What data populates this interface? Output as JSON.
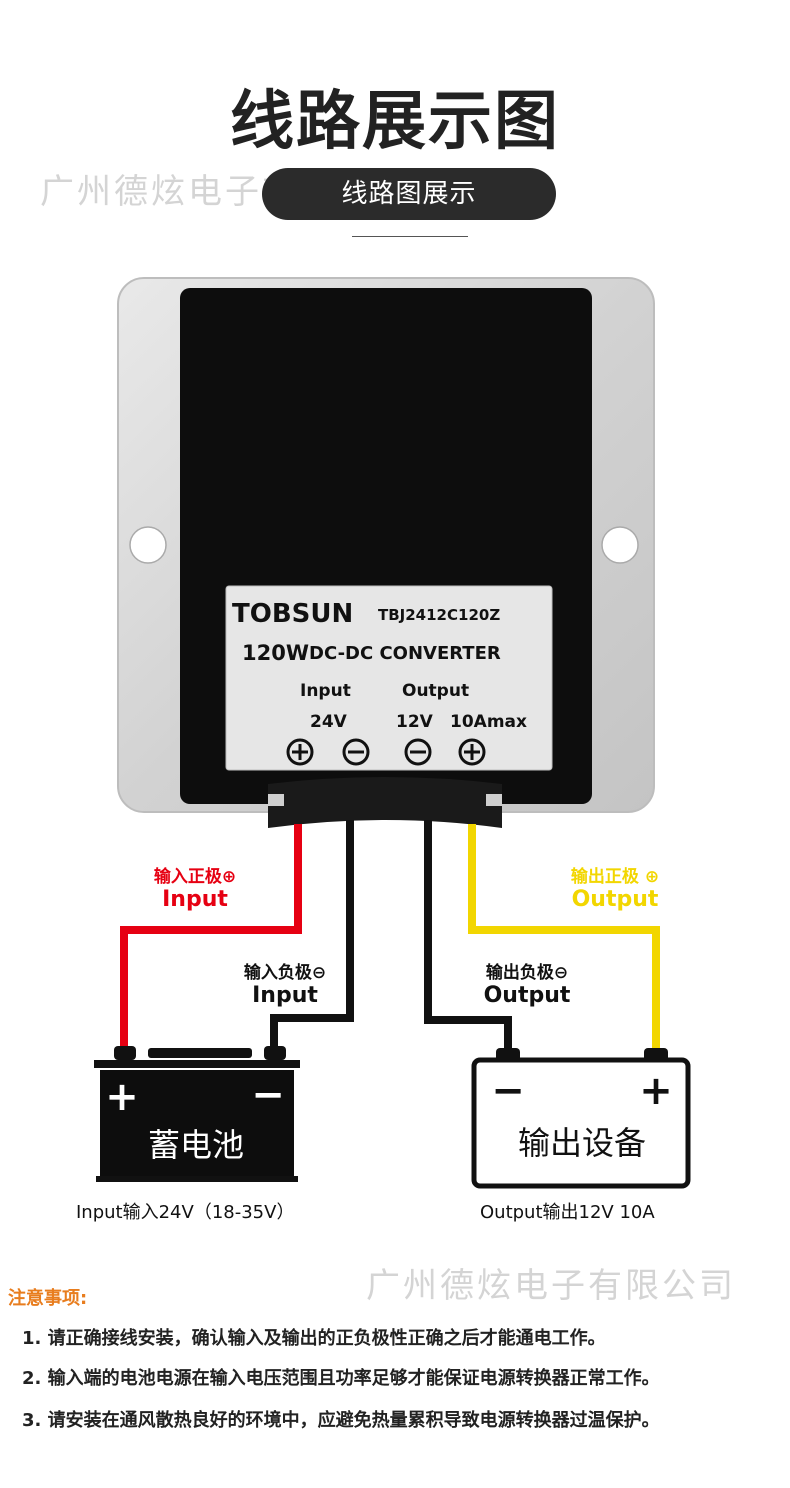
{
  "header": {
    "title": "线路展示图",
    "pill_label": "线路图展示",
    "watermark": "广州德炫电子有限公司"
  },
  "converter": {
    "brand": "TOBSUN",
    "model": "TBJ2412C120Z",
    "power": "120W",
    "type": "DC-DC CONVERTER",
    "input_label": "Input",
    "output_label": "Output",
    "input_voltage": "24V",
    "output_voltage": "12V",
    "output_current": "10Amax"
  },
  "wires": {
    "input_positive_zh": "输入正极⊕",
    "input_positive_en": "Input",
    "input_negative_zh": "输入负极⊖",
    "input_negative_en": "Input",
    "output_positive_zh": "输出正极 ⊕",
    "output_positive_en": "Output",
    "output_negative_zh": "输出负极⊖",
    "output_negative_en": "Output"
  },
  "battery": {
    "label": "蓄电池",
    "caption": "Input输入24V（18-35V）",
    "plus": "+",
    "minus": "−"
  },
  "device": {
    "label": "输出设备",
    "caption": "Output输出12V 10A",
    "plus": "+",
    "minus": "−"
  },
  "notes": {
    "title": "注意事项:",
    "items": [
      "1. 请正确接线安装，确认输入及输出的正负极性正确之后才能通电工作。",
      "2. 输入端的电池电源在输入电压范围且功率足够才能保证电源转换器正常工作。",
      "3. 请安装在通风散热良好的环境中，应避免热量累积导致电源转换器过温保护。"
    ]
  },
  "colors": {
    "input_positive_wire": "#e60012",
    "output_positive_wire": "#f2d600",
    "negative_wire": "#111111",
    "notes_title": "#e87d1e",
    "pill_bg": "#2b2b2b"
  }
}
